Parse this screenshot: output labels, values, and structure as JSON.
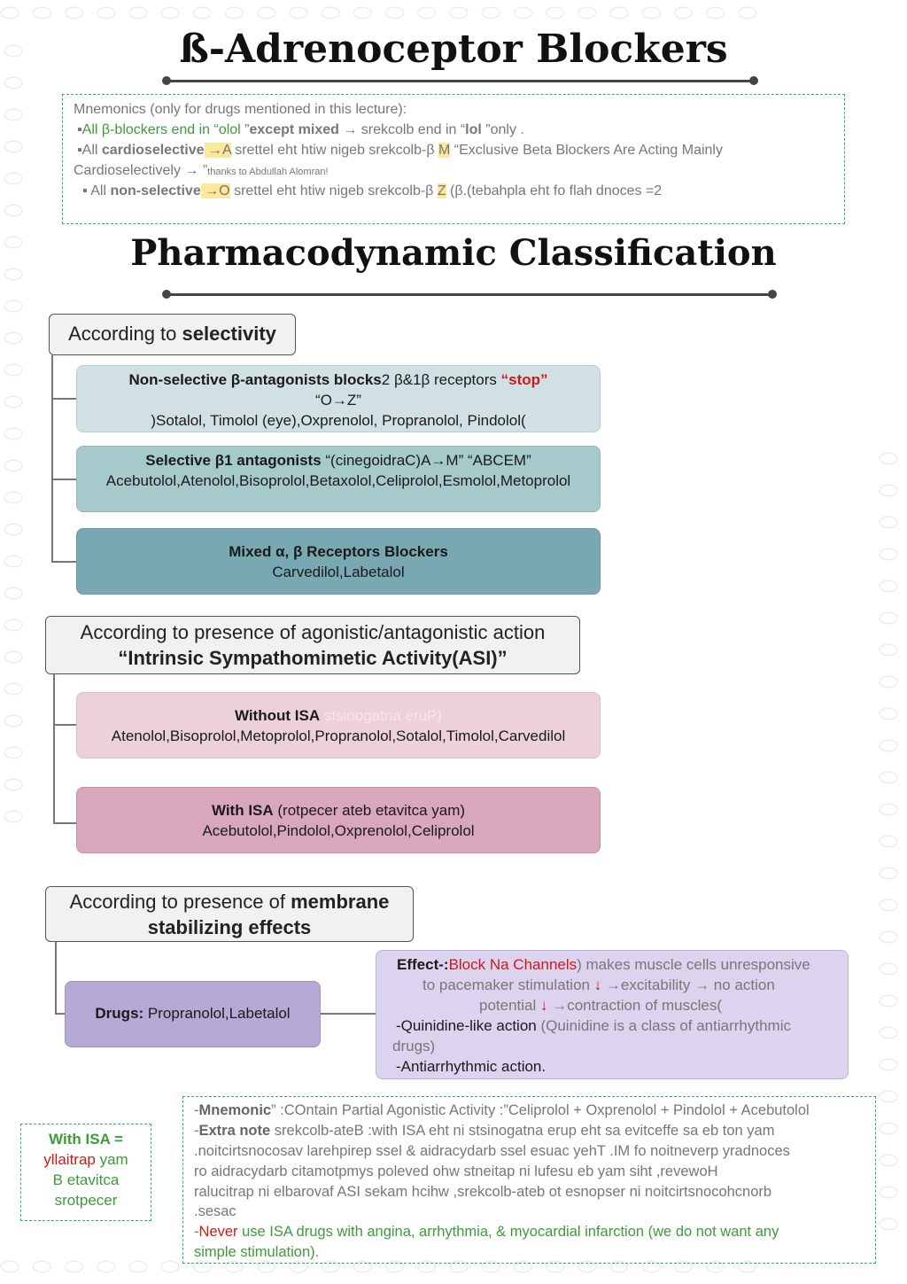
{
  "header": {
    "title": "ß-Adrenoceptor Blockers",
    "subtitle": "Pharmacodynamic Classification"
  },
  "mnemonics": {
    "heading": "Mnemonics (only for drugs mentioned in this lecture):",
    "line1": {
      "prefix": "All β-blockers end in “olol ”",
      "except": "except mixed",
      "rest": " → srekcolb end in “",
      "lol": "lol",
      "tail": " ”only ."
    },
    "line2": {
      "lead": "All ",
      "bold": "cardioselective",
      "arrow": " →A",
      "rest": " srettel eht htiw nigeb srekcolb-β ",
      "letter": "M",
      "quote": " “Exclusive Beta Blockers Are Acting Mainly"
    },
    "line3": {
      "text": "Cardioselectively → ”",
      "credit": "thanks to Abdullah Alomran!"
    },
    "line4": {
      "lead": "All ",
      "bold": "non-selective",
      "arrow": " →O",
      "rest": "  srettel eht htiw nigeb srekcolb-β ",
      "letter": "Z",
      "tail": " (β.(tebahpla eht fo flah dnoces =2"
    }
  },
  "selectivity": {
    "header_prefix": "According to ",
    "header_bold": "selectivity",
    "non_selective": {
      "title_bold": "Non-selective β-antagonists blocks",
      "title_rest": "2 β&1β receptors ",
      "stop": "“stop”",
      "line2": "“O→Z”",
      "drugs": ")Sotalol, Timolol (eye),Oxprenolol, Propranolol, Pindolol("
    },
    "selective": {
      "title_bold": "Selective β1 antagonists",
      "title_rest": " “(cinegoidraC)A→M” “ABCEM”",
      "drugs": "Acebutolol,Atenolol,Bisoprolol,Betaxolol,Celiprolol,Esmolol,Metoprolol"
    },
    "mixed": {
      "title": "Mixed α, β Receptors Blockers",
      "drugs": "Carvedilol,Labetalol"
    }
  },
  "isa": {
    "header_line1": "According to presence of agonistic/antagonistic action",
    "header_line2": "“Intrinsic Sympathomimetic Activity(ASI)”",
    "without": {
      "title": "Without ISA",
      "note": " stsinogatna eruP)",
      "drugs": "Atenolol,Bisoprolol,Metoprolol,Propranolol,Sotalol,Timolol,Carvedilol"
    },
    "with": {
      "title": "With ISA",
      "note": " (rotpecer ateb etavitca yam)",
      "drugs": "Acebutolol,Pindolol,Oxprenolol,Celiprolol"
    }
  },
  "membrane": {
    "header_line1_prefix": "According to presence of ",
    "header_line1_bold": "membrane",
    "header_line2": "stabilizing effects",
    "drugs_label": "Drugs:",
    "drugs_value": " Propranolol,Labetalol",
    "effect": {
      "label": "Effect-:",
      "red": "Block Na Channels",
      "line1_rest": ")  makes muscle cells unresponsive",
      "line2": "to pacemaker stimulation ",
      "line2_arrow": "↓",
      "line2_rest": " →excitability → no action",
      "line3": "potential ",
      "line3_arrow": "↓",
      "line3_rest": " →contraction of muscles(",
      "line4_dark": "-Quinidine-like action",
      "line4_rest": " (Quinidine is a class of antiarrhythmic",
      "line5": "drugs)",
      "line6": "-Antiarrhythmic action."
    }
  },
  "isa_sidebox": {
    "line1": "With ISA =",
    "line2_red": "yllaitrap",
    "line2_rest": " yam",
    "line3": "B etavitca",
    "line4": "srotpecer"
  },
  "bottom_notes": {
    "mnemonic_label": "Mnemonic",
    "mnemonic_rest": "” :COntain Partial Agonistic Activity :”Celiprolol + Oxprenolol + Pindolol + Acebutolol",
    "extra_label": "Extra note",
    "extra_line1": " srekcolb-ateB :with ISA eht ni stsinogatna erup eht sa evitceffe sa eb ton yam",
    "extra_line2": ".noitcirtsnocosav larehpirep ssel & aidracydarb ssel esuac yehT .IM fo noitneverp yradnoces",
    "extra_line3": "ro aidracydarb citamotpmys poleved ohw stneitap ni lufesu eb yam siht ,revewoH",
    "extra_line4": "ralucitrap ni elbarovaf ASI sekam hcihw ,srekcolb-ateb ot esnopser ni noitcirtsnocohcnorb",
    "extra_line5": ".sesac",
    "never_red": "Never",
    "never_rest": " use ISA drugs with angina, arrhythmia, & myocardial infarction (we do not want any",
    "never_line2": "simple stimulation)."
  },
  "colors": {
    "accent_dash": "#39a0ad",
    "non_selective_bg": "#d1e0e2",
    "selective_bg": "#a6cacc",
    "mixed_bg": "#78a8b1",
    "without_isa_bg": "#ecd1dc",
    "with_isa_bg": "#d8a7bc",
    "drugs_bg": "#b6a9d6",
    "effect_bg": "#dcd4ee",
    "mnemonic_green": "#3f9a3a",
    "alert_red": "#cc1a1a"
  }
}
